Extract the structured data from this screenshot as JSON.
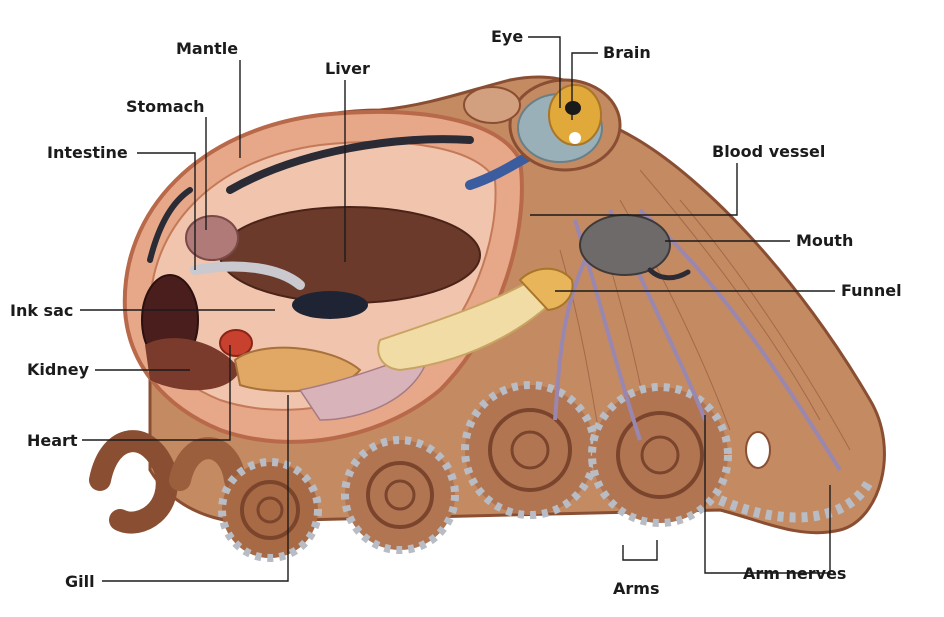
{
  "labels": {
    "mantle": "Mantle",
    "liver": "Liver",
    "stomach": "Stomach",
    "intestine": "Intestine",
    "eye": "Eye",
    "brain": "Brain",
    "blood_vessel": "Blood vessel",
    "mouth": "Mouth",
    "funnel": "Funnel",
    "ink_sac": "Ink sac",
    "kidney": "Kidney",
    "heart": "Heart",
    "gill": "Gill",
    "arms": "Arms",
    "arm_nerves": "Arm nerves"
  },
  "colors": {
    "skin": "#b97a55",
    "skin_dark": "#8a4f33",
    "mantle_inner": "#e4a487",
    "liver": "#6b3a2a",
    "eye_ring": "#e0a93a",
    "funnel": "#e8b55a",
    "heart": "#c8412e",
    "gill": "#e0a864",
    "suckers": "#b8bcc4",
    "nerve": "#9a87b0",
    "vessel": "#3b5c9e",
    "text": "#1b1b1b"
  }
}
